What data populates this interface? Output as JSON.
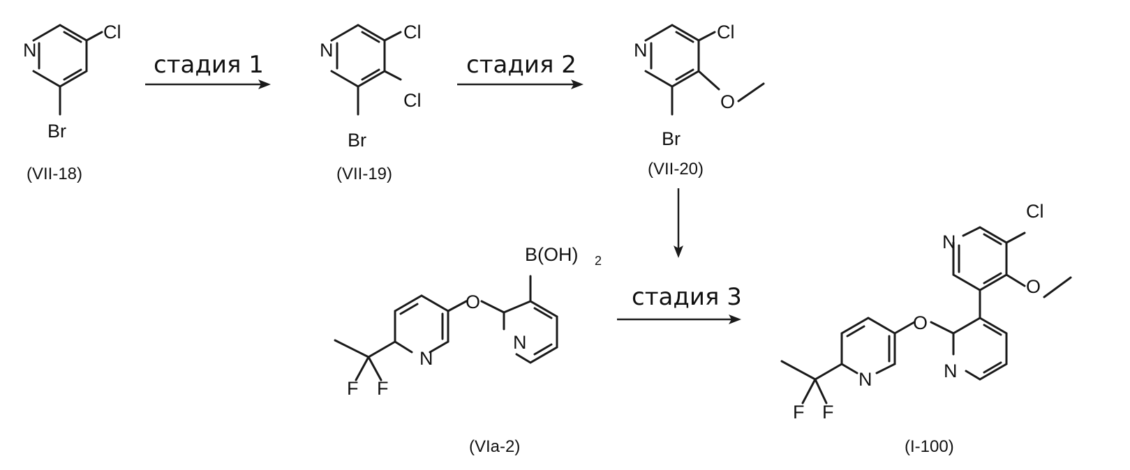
{
  "atoms": {
    "n": "N",
    "cl": "Cl",
    "br": "Br",
    "o": "O",
    "f": "F",
    "boron": "B(OH)",
    "boron_sub": "2"
  },
  "steps": {
    "s1": "стадия 1",
    "s2": "стадия 2",
    "s3": "стадия 3"
  },
  "compounds": {
    "c18": "(VII-18)",
    "c19": "(VII-19)",
    "c20": "(VII-20)",
    "cva2": "(VIa-2)",
    "c100": "(I-100)"
  }
}
